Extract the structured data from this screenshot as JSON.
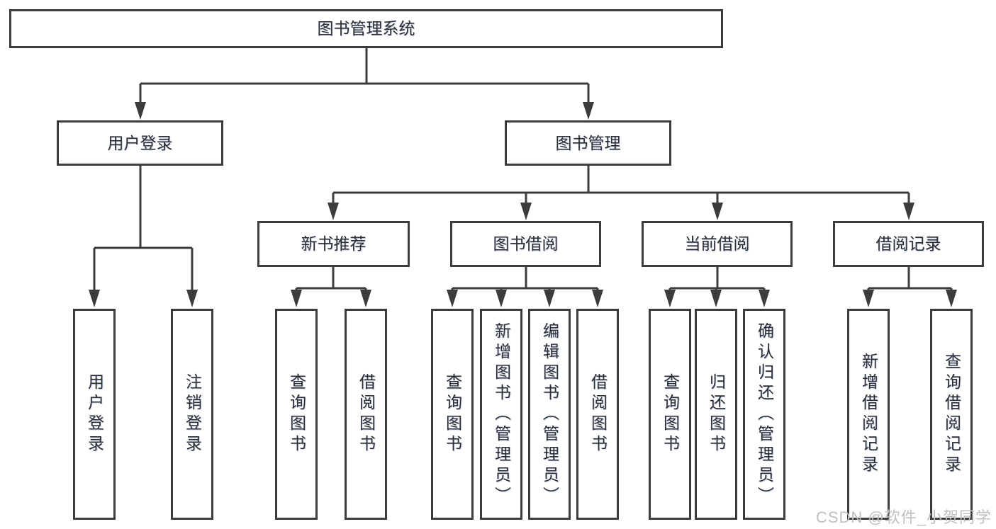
{
  "colors": {
    "background": "#ffffff",
    "line": "#3c3c3c",
    "box_border": "#3c3c3c",
    "box_fill": "#ffffff",
    "label_text": "#2d2d2d",
    "watermark_text": "#c0c0c0"
  },
  "diagram": {
    "title_node": {
      "label": "图书管理系统"
    },
    "level2_nodes": [
      {
        "label": "用户登录"
      },
      {
        "label": "图书管理"
      }
    ],
    "level3_nodes": [
      {
        "label": "新书推荐",
        "parent": "图书管理"
      },
      {
        "label": "图书借阅",
        "parent": "图书管理"
      },
      {
        "label": "当前借阅",
        "parent": "图书管理"
      },
      {
        "label": "借阅记录",
        "parent": "图书管理"
      }
    ],
    "leaf_nodes": [
      {
        "label": "用户登录",
        "parent": "用户登录"
      },
      {
        "label": "注销登录",
        "parent": "用户登录"
      },
      {
        "label": "查询图书",
        "parent": "新书推荐"
      },
      {
        "label": "借阅图书",
        "parent": "新书推荐"
      },
      {
        "label": "查询图书",
        "parent": "图书借阅"
      },
      {
        "label": "新增图书（管理员）",
        "parent": "图书借阅"
      },
      {
        "label": "编辑图书（管理员）",
        "parent": "图书借阅"
      },
      {
        "label": "借阅图书",
        "parent": "图书借阅"
      },
      {
        "label": "查询图书",
        "parent": "当前借阅"
      },
      {
        "label": "归还图书",
        "parent": "当前借阅"
      },
      {
        "label": "确认归还（管理员）",
        "parent": "当前借阅"
      },
      {
        "label": "新增借阅记录",
        "parent": "借阅记录"
      },
      {
        "label": "查询借阅记录",
        "parent": "借阅记录"
      }
    ]
  },
  "watermark": {
    "text": "CSDN @软件_小贺同学"
  }
}
